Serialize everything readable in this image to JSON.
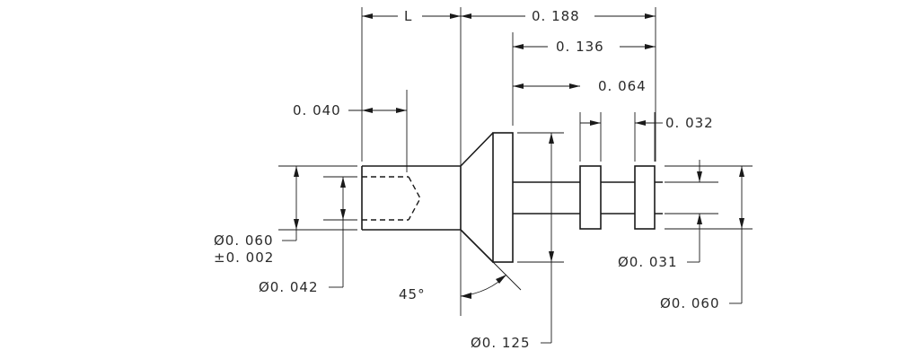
{
  "dimensions": {
    "length_label": "L",
    "overall_length": "0. 188",
    "length_136": "0. 136",
    "length_064": "0. 064",
    "length_040": "0. 040",
    "width_032": "0. 032",
    "dia_060_left": "Ø0. 060",
    "tol_060_left": "±0. 002",
    "dia_042": "Ø0. 042",
    "angle": "45°",
    "dia_031": "Ø0. 031",
    "dia_060_right": "Ø0. 060",
    "dia_125": "Ø0. 125"
  }
}
